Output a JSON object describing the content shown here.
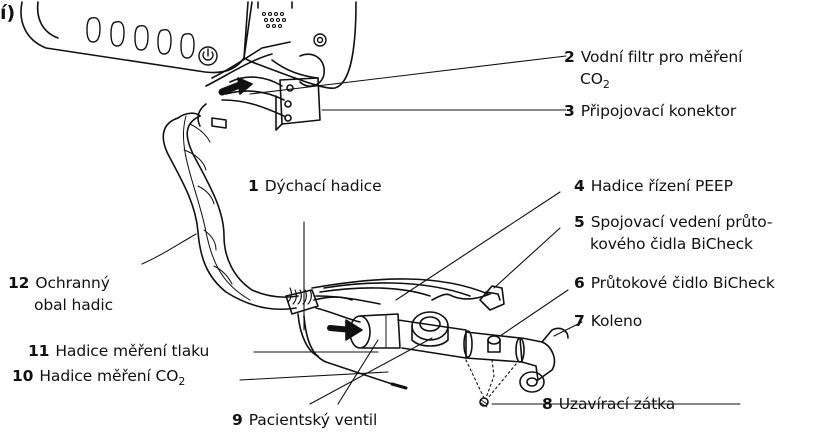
{
  "figure_tag": "í)",
  "labels": {
    "l1": {
      "num": "1",
      "text": "Dýchací hadice"
    },
    "l2": {
      "num": "2",
      "text": "Vodní filtr pro měření",
      "text2": "CO",
      "sub": "2"
    },
    "l3": {
      "num": "3",
      "text": "Připojovací konektor"
    },
    "l4": {
      "num": "4",
      "text": "Hadice řízení PEEP"
    },
    "l5": {
      "num": "5",
      "text": "Spojovací vedení průto-",
      "text2": "kového čidla BiCheck"
    },
    "l6": {
      "num": "6",
      "text": "Průtokové čidlo BiCheck"
    },
    "l7": {
      "num": "7",
      "text": "Koleno"
    },
    "l8": {
      "num": "8",
      "text": "Uzavírací zátka"
    },
    "l9": {
      "num": "9",
      "text": "Pacientský ventil"
    },
    "l10": {
      "num": "10",
      "text": "Hadice měření CO",
      "sub": "2"
    },
    "l11": {
      "num": "11",
      "text": "Hadice měření tlaku"
    },
    "l12": {
      "num": "12",
      "text": "Ochranný",
      "text2": "obal hadic"
    }
  }
}
